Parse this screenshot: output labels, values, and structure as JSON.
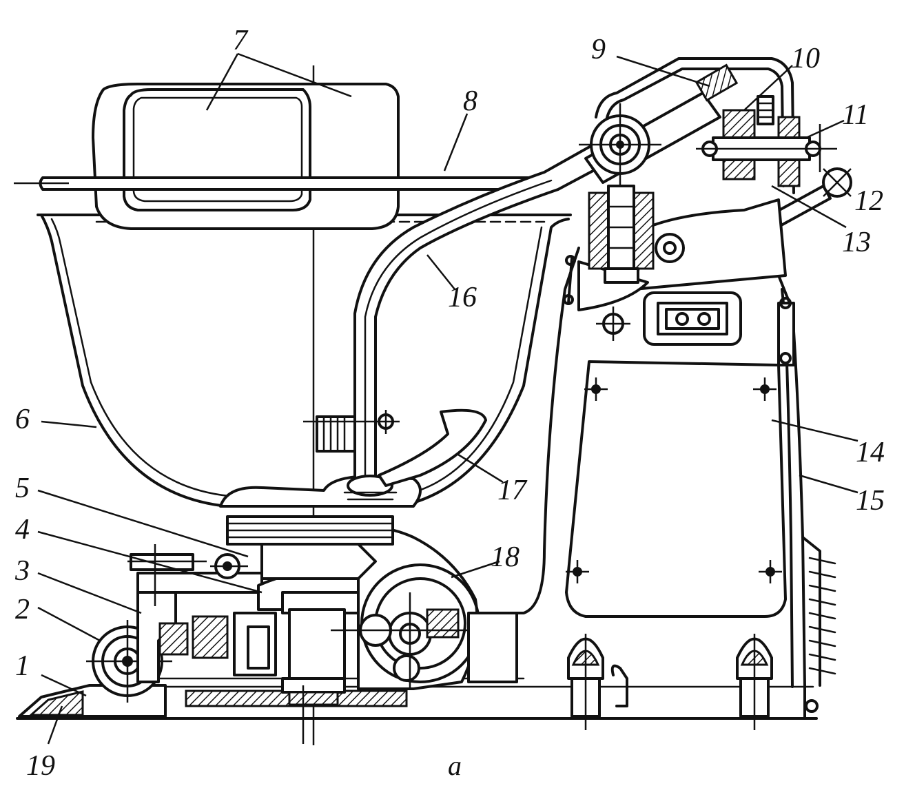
{
  "caption": "a",
  "labels": [
    {
      "id": "1",
      "text": "1"
    },
    {
      "id": "2",
      "text": "2"
    },
    {
      "id": "3",
      "text": "3"
    },
    {
      "id": "4",
      "text": "4"
    },
    {
      "id": "5",
      "text": "5"
    },
    {
      "id": "6",
      "text": "6"
    },
    {
      "id": "7",
      "text": "7"
    },
    {
      "id": "8",
      "text": "8"
    },
    {
      "id": "9",
      "text": "9"
    },
    {
      "id": "10",
      "text": "10"
    },
    {
      "id": "11",
      "text": "11"
    },
    {
      "id": "12",
      "text": "12"
    },
    {
      "id": "13",
      "text": "13"
    },
    {
      "id": "14",
      "text": "14"
    },
    {
      "id": "15",
      "text": "15"
    },
    {
      "id": "16",
      "text": "16"
    },
    {
      "id": "17",
      "text": "17"
    },
    {
      "id": "18",
      "text": "18"
    },
    {
      "id": "19",
      "text": "19"
    }
  ]
}
